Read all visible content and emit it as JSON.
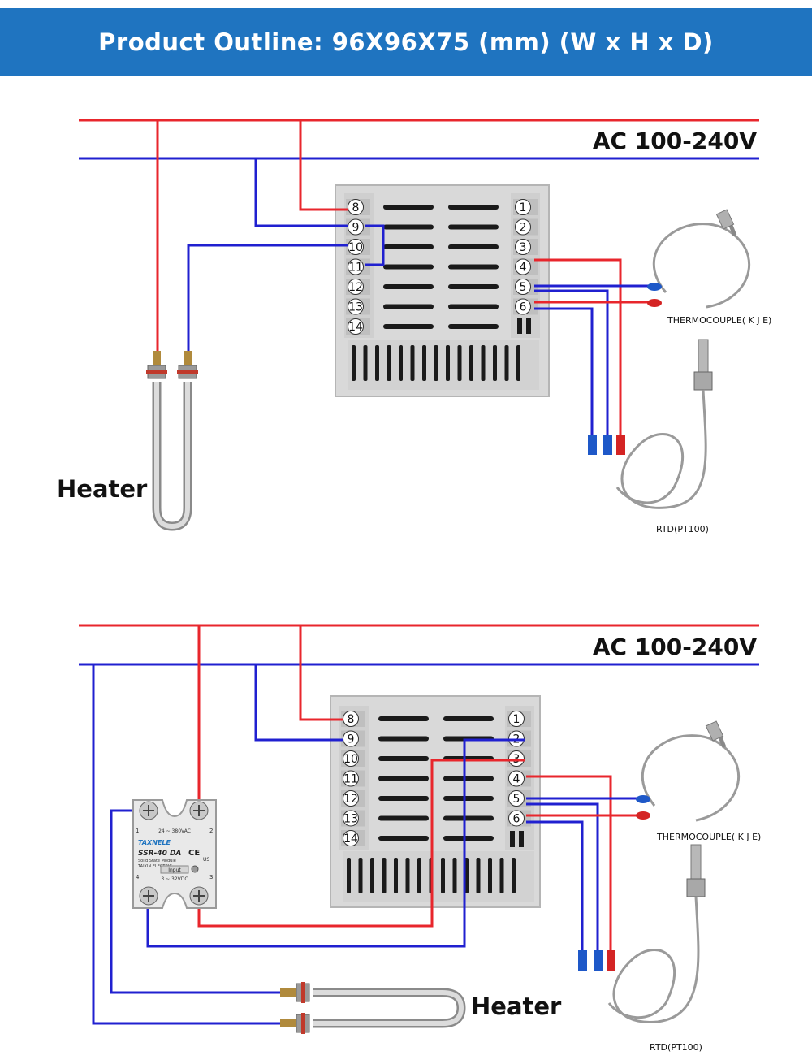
{
  "header": {
    "title": "Product Outline: 96X96X75 (mm) (W x H x D)"
  },
  "colors": {
    "banner": "#1f74c0",
    "live_wire": "#e8262c",
    "neutral_wire": "#2020d0",
    "controller_body": "#d9d9d9"
  },
  "diagram_1": {
    "supply_label": "AC 100-240V",
    "heater_label": "Heater",
    "thermocouple_label": "THERMOCOUPLE( K J E)",
    "rtd_label": "RTD(PT100)",
    "left_terminals": [
      "8",
      "9",
      "10",
      "11",
      "12",
      "13",
      "14"
    ],
    "right_terminals": [
      "1",
      "2",
      "3",
      "4",
      "5",
      "6"
    ]
  },
  "diagram_2": {
    "supply_label": "AC 100-240V",
    "heater_label": "Heater",
    "thermocouple_label": "THERMOCOUPLE( K J E)",
    "rtd_label": "RTD(PT100)",
    "left_terminals": [
      "8",
      "9",
      "10",
      "11",
      "12",
      "13",
      "14"
    ],
    "right_terminals": [
      "1",
      "2",
      "3",
      "4",
      "5",
      "6"
    ],
    "ssr": {
      "brand": "TAXNELE",
      "model": "SSR-40 DA",
      "subtitle": "Solid State Module",
      "maker": "TAIXIN ELECTRIC",
      "ac_range": "24 ~ 380VAC",
      "input_label": "Input",
      "dc_range": "3 ~ 32VDC",
      "cert_ce": "CE",
      "cert_ul": "US",
      "pin_labels": [
        "1",
        "2",
        "3",
        "4"
      ]
    }
  }
}
